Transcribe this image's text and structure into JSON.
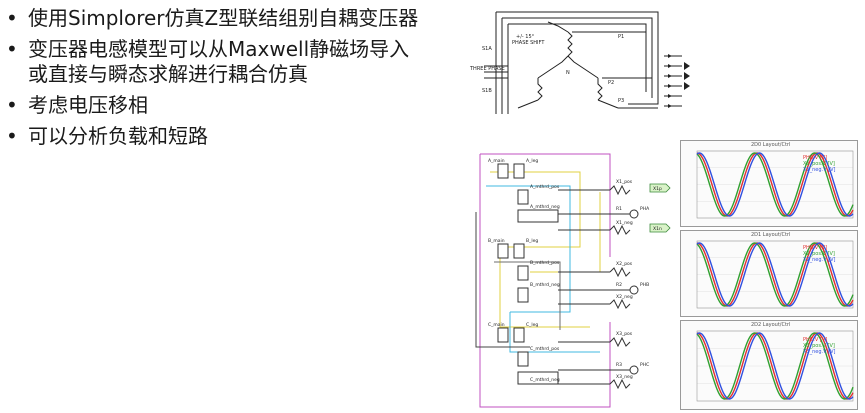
{
  "bullets": [
    {
      "text": "使用Simplorer仿真Z型联结组别自耦变压器"
    },
    {
      "text": "变压器电感模型可以从Maxwell静磁场导入\n或直接与瞬态求解进行耦合仿真"
    },
    {
      "text": "考虑电压移相"
    },
    {
      "text": "可以分析负载和短路"
    }
  ],
  "top_diagram": {
    "title_line1": "+/- 15°",
    "title_line2": "PHASE SHIFT",
    "left_label": "THREE PHASE",
    "labels": [
      "S1A",
      "S1B",
      "N",
      "P1",
      "P2",
      "P3"
    ]
  },
  "schematic": {
    "labels": [
      "A_main",
      "A_leg",
      "A_mthrd_pos",
      "A_mthrd_neg",
      "B_main",
      "B_leg",
      "B_mthrd_pos",
      "B_mthrd_neg",
      "C_main",
      "C_leg",
      "C_mthrd_pos",
      "C_mthrd_neg",
      "X1_pos",
      "X1_neg",
      "X2_pos",
      "X2_neg",
      "X3_pos",
      "X3_neg",
      "R1",
      "R2",
      "R3",
      "PHA",
      "PHB",
      "PHC",
      "X1p",
      "X1n"
    ]
  },
  "plots": [
    {
      "title": "2D0 Layout/Ctrl",
      "legend": [
        "PHA.V [V]",
        "X1_pos.V [V]",
        "X1_neg.V [V]"
      ],
      "colors": [
        "#e03030",
        "#30a030",
        "#3050e0"
      ]
    },
    {
      "title": "2D1 Layout/Ctrl",
      "legend": [
        "PHB.V [V]",
        "X2_pos.V [V]",
        "X2_neg.V [V]"
      ],
      "colors": [
        "#e03030",
        "#30a030",
        "#3050e0"
      ]
    },
    {
      "title": "2D2 Layout/Ctrl",
      "legend": [
        "PHC.V [V]",
        "X3_pos.V [V]",
        "X3_neg.V [V]"
      ],
      "colors": [
        "#e03030",
        "#30a030",
        "#3050e0"
      ]
    }
  ]
}
